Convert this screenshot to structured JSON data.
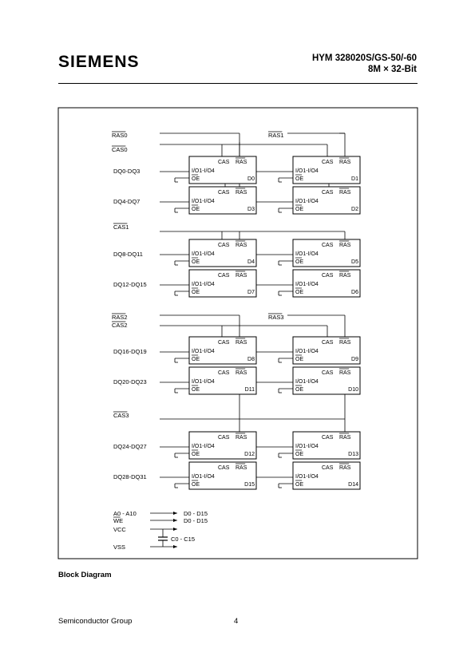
{
  "header": {
    "logo": "SIEMENS",
    "part_number": "HYM 328020S/GS-50/-60",
    "organization": "8M × 32-Bit"
  },
  "diagram": {
    "signals": {
      "ras0": "RAS0",
      "cas0": "CAS0",
      "ras1": "RAS1",
      "cas1": "CAS1",
      "ras2": "RAS2",
      "cas2": "CAS2",
      "ras3": "RAS3",
      "cas3": "CAS3"
    },
    "data_buses": [
      "DQ0-DQ3",
      "DQ4-DQ7",
      "DQ8-DQ11",
      "DQ12-DQ15",
      "DQ16-DQ19",
      "DQ20-DQ23",
      "DQ24-DQ27",
      "DQ28-DQ31"
    ],
    "chip_labels": {
      "cas": "CAS",
      "ras": "RAS",
      "io": "I/O1-I/O4",
      "oe": "OE"
    },
    "chips": {
      "left": [
        "D0",
        "D3",
        "D4",
        "D7",
        "D8",
        "D11",
        "D12",
        "D15"
      ],
      "right": [
        "D1",
        "D2",
        "D5",
        "D6",
        "D9",
        "D10",
        "D13",
        "D14"
      ]
    },
    "legend": {
      "a_label": "A0 - A10",
      "a_target": "D0 - D15",
      "we_label": "WE",
      "we_target": "D0 - D15",
      "vcc": "VCC",
      "caps": "C0 - C15",
      "vss": "VSS"
    }
  },
  "caption": "Block Diagram",
  "footer": {
    "left": "Semiconductor Group",
    "page": "4"
  }
}
